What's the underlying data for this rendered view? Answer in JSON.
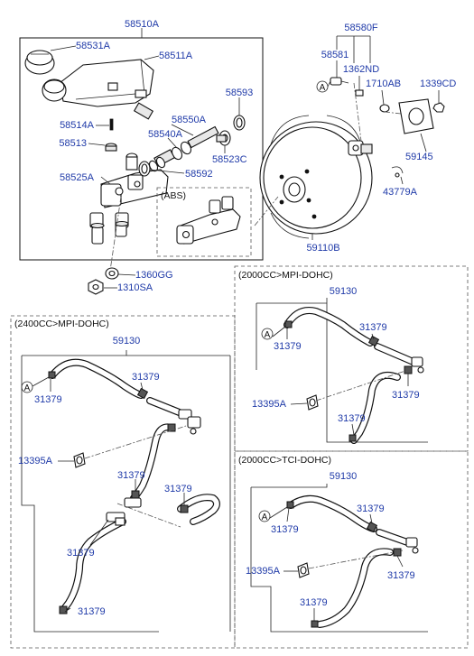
{
  "top": {
    "title": "58510A",
    "reservoir_cap": "58531A",
    "reservoir": "58511A",
    "pin": "58514A",
    "grommet": "58513",
    "master_cyl": "58525A",
    "piston_a": "58550A",
    "piston_b": "58540A",
    "seal": "58523C",
    "oring": "58592",
    "ring": "58593",
    "abs": "(ABS)",
    "washer": "1360GG",
    "nut": "1310SA"
  },
  "booster": {
    "group": "58580F",
    "clevis": "58581",
    "pin": "1362ND",
    "clip": "1710AB",
    "nut": "1339CD",
    "gasket": "59145",
    "clamp": "43779A",
    "booster": "59110B",
    "ref_a": "A"
  },
  "panel_2400": {
    "caption": "(2400CC>MPI-DOHC)",
    "hose": "59130",
    "ref_a": "A",
    "clamp_labels": [
      "31379",
      "31379",
      "31379",
      "31379",
      "31379",
      "31379"
    ],
    "valve": "13395A"
  },
  "panel_2000_mpi": {
    "caption": "(2000CC>MPI-DOHC)",
    "hose": "59130",
    "ref_a": "A",
    "clamp_labels": [
      "31379",
      "31379",
      "31379",
      "31379"
    ],
    "valve": "13395A"
  },
  "panel_2000_tci": {
    "caption": "(2000CC>TCI-DOHC)",
    "hose": "59130",
    "ref_a": "A",
    "clamp_labels": [
      "31379",
      "31379",
      "31379",
      "31379"
    ],
    "valve": "13395A"
  }
}
